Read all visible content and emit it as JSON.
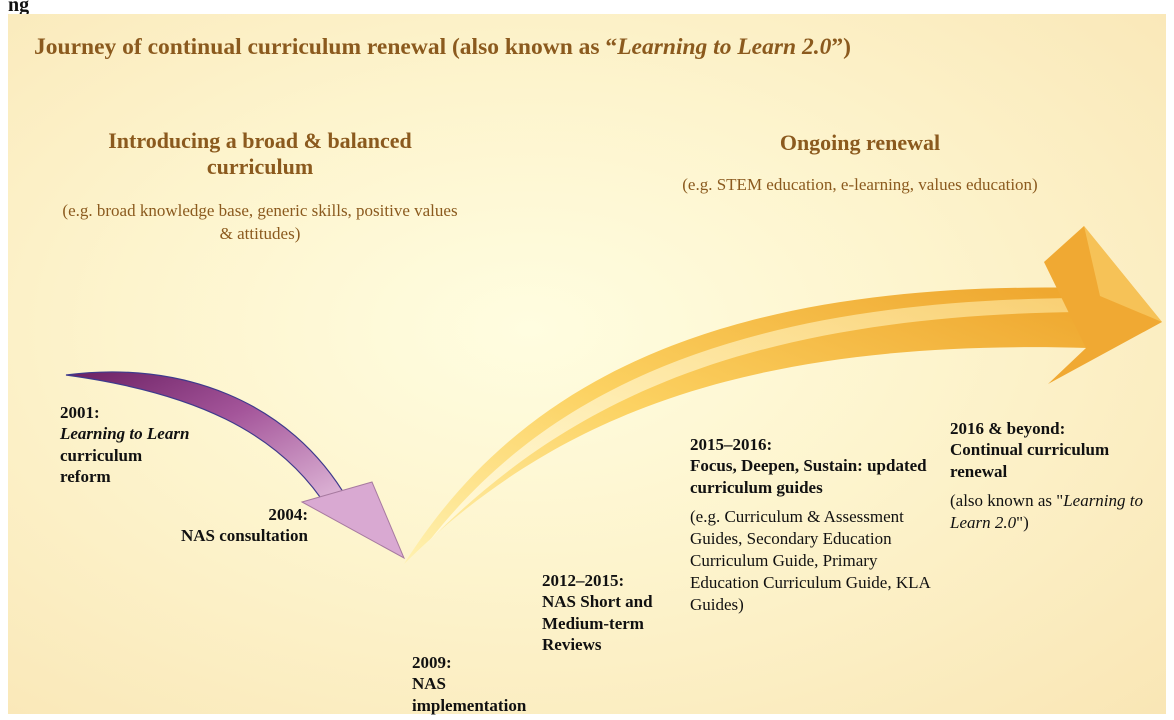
{
  "header_fragment": "ng",
  "title": {
    "prefix": "Journey of continual curriculum renewal (also known as “",
    "italic": "Learning to Learn 2.0",
    "suffix": "”)"
  },
  "phases": {
    "left": {
      "heading": "Introducing a broad & balanced curriculum",
      "subtitle": "(e.g. broad knowledge base, generic skills, positive values & attitudes)"
    },
    "right": {
      "heading": "Ongoing renewal",
      "subtitle": "(e.g. STEM education, e-learning, values education)"
    }
  },
  "milestones": {
    "m2001": {
      "year": "2001:",
      "italic": "Learning to Learn",
      "rest": "curriculum reform"
    },
    "m2004": {
      "year": "2004:",
      "text": "NAS consultation"
    },
    "m2009": {
      "year": "2009:",
      "text": "NAS implementation"
    },
    "m2012": {
      "year": "2012–2015:",
      "text": "NAS Short and Medium-term Reviews"
    },
    "m2015": {
      "year": "2015–2016:",
      "text": "Focus, Deepen, Sustain: updated curriculum guides",
      "note": "(e.g. Curriculum & Assessment Guides, Secondary Education Curriculum Guide, Primary Education Curriculum Guide, KLA Guides)"
    },
    "m2016": {
      "year": "2016 & beyond:",
      "text": "Continual curriculum renewal",
      "note_prefix": "(also known as \"",
      "note_italic": "Learning to Learn 2.0",
      "note_suffix": "\")"
    }
  },
  "colors": {
    "panel": "#fdf4cd",
    "title": "#8b5a1e",
    "arrow_purple": "#8e3f86",
    "arrow_gold": "#f2b43c"
  }
}
